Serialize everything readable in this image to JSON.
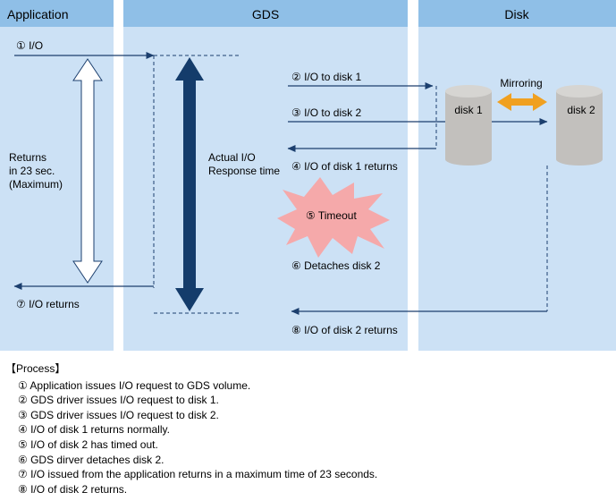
{
  "columns": {
    "application": "Application",
    "gds": "GDS",
    "disk": "Disk"
  },
  "labels": {
    "io": "① I/O",
    "io_to_disk1": "② I/O to disk 1",
    "io_to_disk2": "③ I/O to disk 2",
    "disk1_returns": "④ I/O of disk 1 returns",
    "timeout": "⑤ Timeout",
    "detaches": "⑥ Detaches disk 2",
    "io_returns": "⑦ I/O returns",
    "disk2_returns": "⑧ I/O of disk 2 returns",
    "mirroring": "Mirroring",
    "disk1": "disk 1",
    "disk2": "disk 2",
    "actual_io_line1": "Actual I/O",
    "actual_io_line2": "Response time",
    "returns_line1": "Returns",
    "returns_line2": "in 23 sec.",
    "returns_line3": "(Maximum)"
  },
  "process": {
    "title": "【Process】",
    "steps": [
      "① Application issues I/O request to GDS volume.",
      "② GDS driver issues I/O request to disk 1.",
      "③ GDS driver issues I/O request to disk 2.",
      "④ I/O of disk 1 returns normally.",
      "⑤ I/O of disk 2 has timed out.",
      "⑥ GDS dirver detaches disk 2.",
      "⑦ I/O issued from the application returns in a maximum time of 23 seconds.",
      "⑧ I/O of disk 2 returns."
    ]
  },
  "colors": {
    "column_bg": "#cce1f5",
    "header_bg": "#8fbfe7",
    "arrow": "#1c3f6e",
    "response_arrow": "#143c6b",
    "disk_fill": "#c2c0bd",
    "disk_top": "#d6d5d2",
    "mirror_arrow": "#f0a020",
    "timeout_burst": "#f5a9aa"
  }
}
